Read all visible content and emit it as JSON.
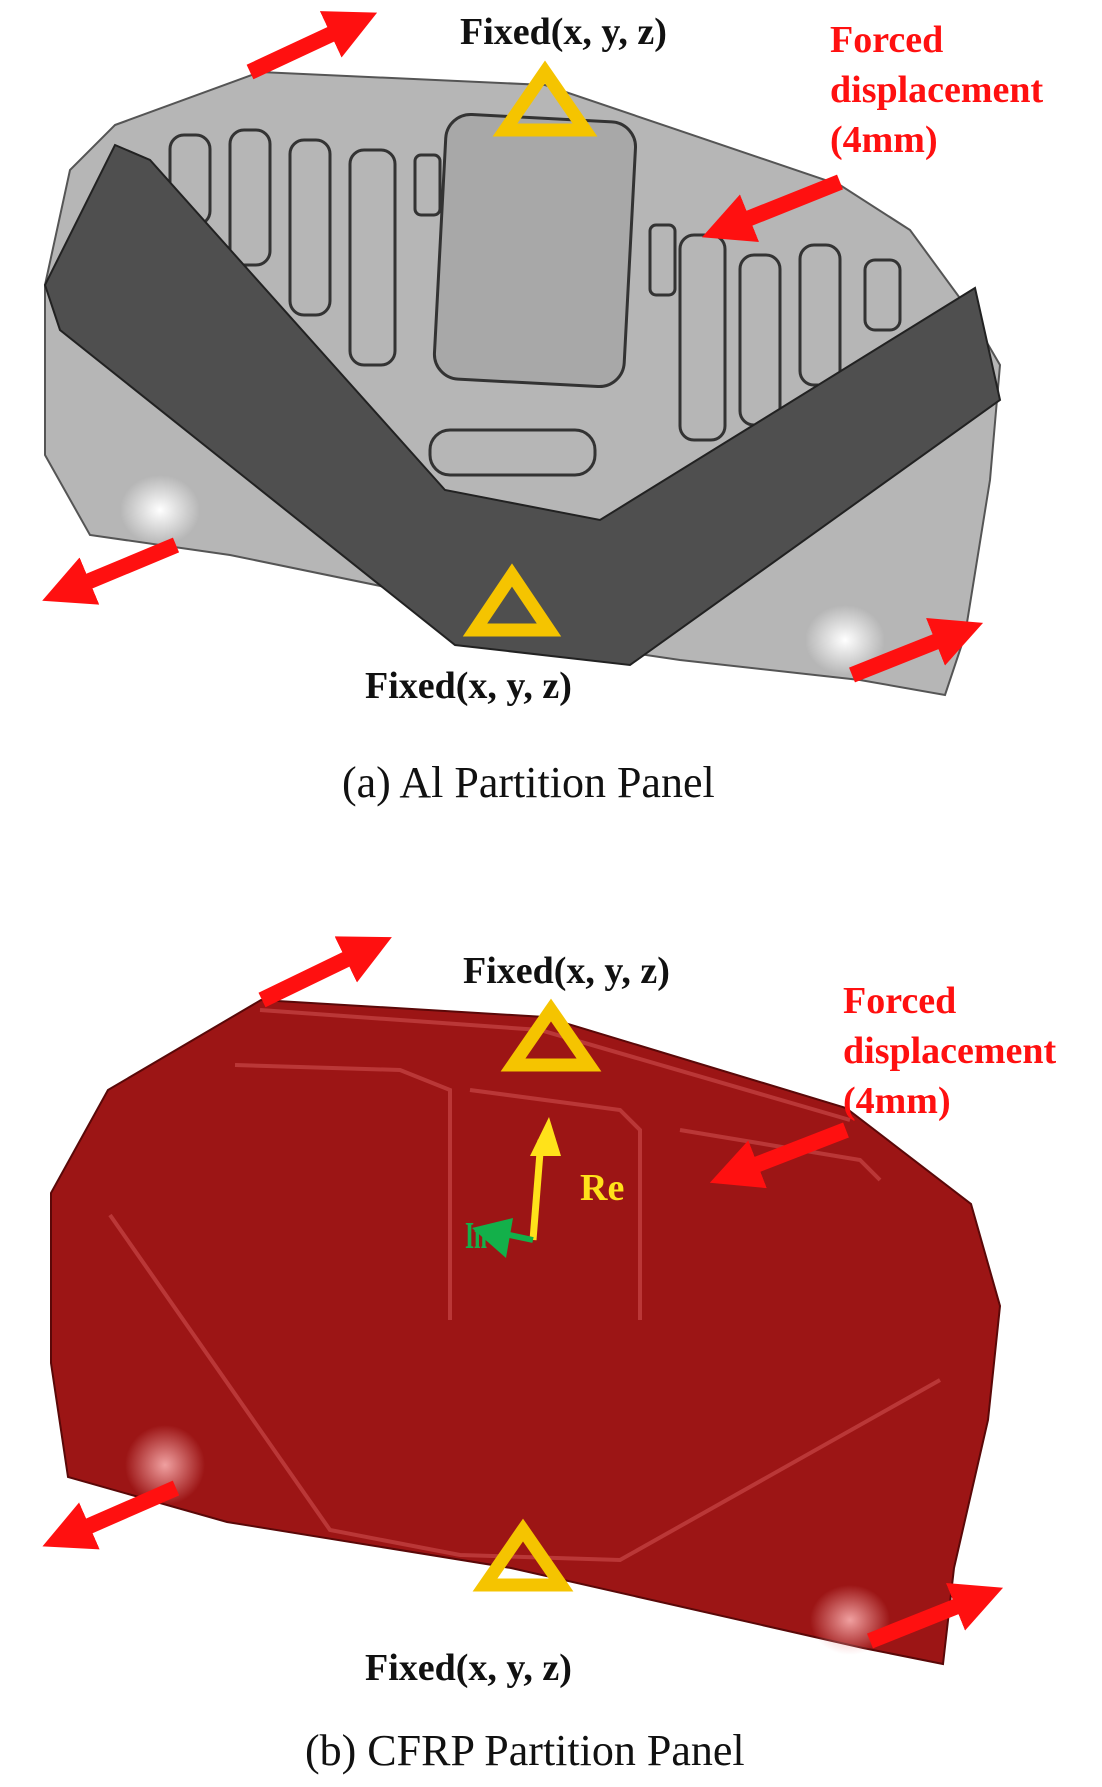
{
  "panel_a": {
    "fixed_top": "Fixed(x, y, z)",
    "fixed_bottom": "Fixed(x, y, z)",
    "forced_line1": "Forced",
    "forced_line2": "displacement",
    "forced_line3": "(4mm)",
    "caption": "(a) Al Partition Panel"
  },
  "panel_b": {
    "fixed_top": "Fixed(x, y, z)",
    "fixed_bottom": "Fixed(x, y, z)",
    "forced_line1": "Forced",
    "forced_line2": "displacement",
    "forced_line3": "(4mm)",
    "axis_re": "Re",
    "axis_in": "In",
    "caption": "(b) CFRP Partition Panel"
  },
  "colors": {
    "arrow": "#ff1010",
    "fixed_marker": "#f5c400",
    "al_panel": "#b4b4b4",
    "al_band": "#555555",
    "cfrp_panel": "#9e1414",
    "axis_re": "#ffe21a",
    "axis_in": "#13b04a"
  }
}
